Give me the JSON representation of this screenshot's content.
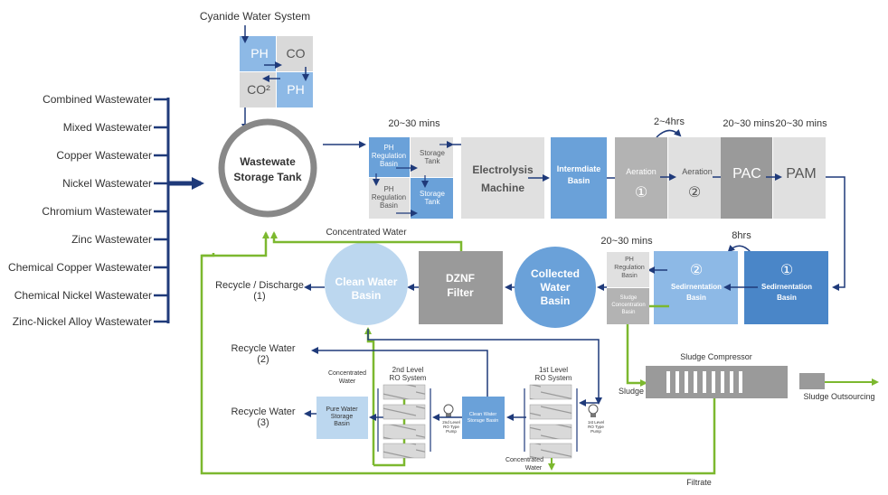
{
  "colors": {
    "navy": "#1f3a7a",
    "green": "#7cb82f",
    "blue_light": "#8db9e6",
    "blue_pale": "#bcd7ef",
    "blue_mid": "#6aa1d9",
    "blue_deep": "#4a86c8",
    "gray_light": "#e0e0e0",
    "gray_mid": "#b3b3b3",
    "gray_dark": "#9a9a9a"
  },
  "inputs": {
    "items": [
      "Combined Wastewater",
      "Mixed Wastewater",
      "Copper Wastewater",
      "Nickel Wastewater",
      "Chromium Wastewater",
      "Zinc Wastewater",
      "Chemical Copper Wastewater",
      "Chemical Nickel Wastewater",
      "Zinc-Nickel Alloy Wastewater"
    ]
  },
  "cyanide": {
    "title": "Cyanide Water System",
    "ph1": "PH",
    "co": "CO",
    "co2": "CO²",
    "ph2": "PH"
  },
  "storage_tank": {
    "line1": "Wastewate",
    "line2": "Storage Tank"
  },
  "ph_regulation": {
    "time": "20~30 mins",
    "top_l1": "PH",
    "top_l2": "Regulation",
    "top_l3": "Basin",
    "top_r1": "Storage",
    "top_r2": "Tank",
    "bot_l1": "PH",
    "bot_l2": "Regulation",
    "bot_l3": "Basin",
    "bot_r1": "Storage",
    "bot_r2": "Tank"
  },
  "electrolysis": {
    "line1": "Electrolysis",
    "line2": "Machine"
  },
  "intermediate": {
    "line1": "Intermdiate",
    "line2": "Basin"
  },
  "aeration": {
    "time": "2~4hrs",
    "label1": "Aeration",
    "num1": "①",
    "label2": "Aeration",
    "num2": "②"
  },
  "pac": {
    "label": "PAC",
    "time": "20~30 mins"
  },
  "pam": {
    "label": "PAM",
    "time": "20~30 mins"
  },
  "sedimentation": {
    "time": "8hrs",
    "num1": "①",
    "line1_1": "Sedirnentation",
    "line1_2": "Basin",
    "num2": "②",
    "line2_1": "Sedirnentation",
    "line2_2": "Basin"
  },
  "ph_sludge": {
    "time": "20~30 mins",
    "ph1": "PH",
    "ph2": "Regulation",
    "ph3": "Basin",
    "s1": "Sludge",
    "s2": "Concentration",
    "s3": "Basin"
  },
  "collected": {
    "line1": "Collected",
    "line2": "Water",
    "line3": "Basin"
  },
  "dznf": {
    "line1": "DZNF",
    "line2": "Filter"
  },
  "clean_water": {
    "line1": "Clean Water",
    "line2": "Basin"
  },
  "concentrated_water_top": "Concentrated Water",
  "recycle1": {
    "line1": "Recycle / Discharge",
    "line2": "(1)"
  },
  "recycle2": {
    "line1": "Recycle Water",
    "line2": "(2)"
  },
  "recycle3": {
    "line1": "Recycle Water",
    "line2": "(3)"
  },
  "ro2": {
    "l1": "2nd Level",
    "l2": "RO System",
    "pump1": "2nd Level",
    "pump2": "RO Type",
    "pump3": "Pump"
  },
  "ro1": {
    "l1": "1st Level",
    "l2": "RO System",
    "pump1": "1st Level",
    "pump2": "RO Type",
    "pump3": "Pump"
  },
  "pure_water": {
    "l1": "Pure Water",
    "l2": "Storage",
    "l3": "Basin"
  },
  "clean_storage": {
    "l1": "Clean Water",
    "l2": "Storage Basin"
  },
  "concentrated_ro2": {
    "l1": "Concentrated",
    "l2": "Water"
  },
  "concentrated_ro1": {
    "l1": "Concentrated",
    "l2": "Water"
  },
  "sludge_compressor": "Sludge Compressor",
  "sludge_label": "Sludge",
  "sludge_outsourcing": "Sludge Outsourcing",
  "filtrate": "Filtrate"
}
